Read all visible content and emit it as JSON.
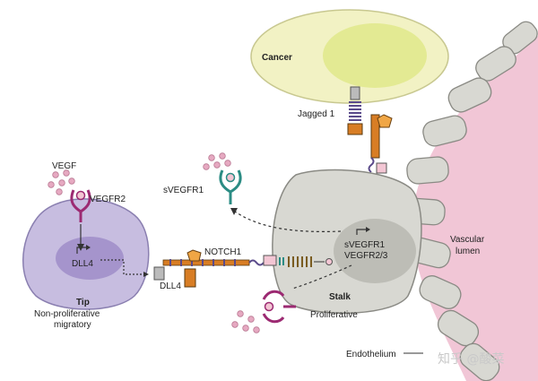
{
  "labels": {
    "cancer": "Cancer",
    "jagged1": "Jagged 1",
    "vegf": "VEGF",
    "vegfr2": "VEGFR2",
    "svegfr1": "sVEGFR1",
    "notch1": "NOTCH1",
    "dll4_in": "DLL4",
    "dll4_mem": "DLL4",
    "tip": "Tip",
    "tip_desc_1": "Non-proliferative",
    "tip_desc_2": "migratory",
    "stalk": "Stalk",
    "stalk_desc": "Proliferative",
    "stalk_gene_1": "sVEGFR1",
    "stalk_gene_2": "VEGFR2/3",
    "lumen_1": "Vascular",
    "lumen_2": "lumen",
    "endothelium": "Endothelium",
    "watermark": "知乎 @酸菜"
  },
  "colors": {
    "cancer_cell": "#f2f2c4",
    "cancer_nucleus": "#e3ea93",
    "tip_cell": "#c7bde0",
    "tip_nucleus": "#a594cc",
    "stalk_cell": "#d8d8d2",
    "lumen": "#f1c6d6",
    "receptor_magenta": "#9c2a72",
    "receptor_teal": "#2b8c84",
    "ligand_dot": "#e6a9c1",
    "notch_orange": "#d87d24",
    "notch_purple": "#5a4a8a"
  }
}
